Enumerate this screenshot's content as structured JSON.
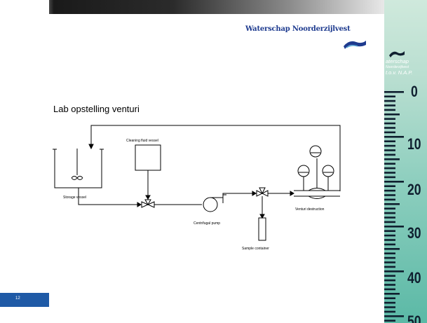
{
  "header": {
    "brand": "Waterschap Noorderzijlvest"
  },
  "slide": {
    "title": "Lab opstelling venturi",
    "page_number": "12"
  },
  "diagram": {
    "labels": {
      "storage_vessel": "Storage vessel",
      "cleaning_fluid_vessel": "Cleaning fluid vessel",
      "centrifugal_pump": "Centrifugal pump",
      "sample_container": "Sample container",
      "venturi_destruction": "Venturi destruction"
    }
  },
  "ruler": {
    "brand_line1": "aterschap",
    "brand_line2": "Noorderzijlvest",
    "brand_line3": "t.o.v. N.A.P.",
    "ticks": [
      "0",
      "10",
      "20",
      "30",
      "40",
      "50"
    ]
  },
  "colors": {
    "accent_blue": "#1f5aa6",
    "brand_blue": "#1e3b8f",
    "ruler_green": "#8fcfbf"
  }
}
